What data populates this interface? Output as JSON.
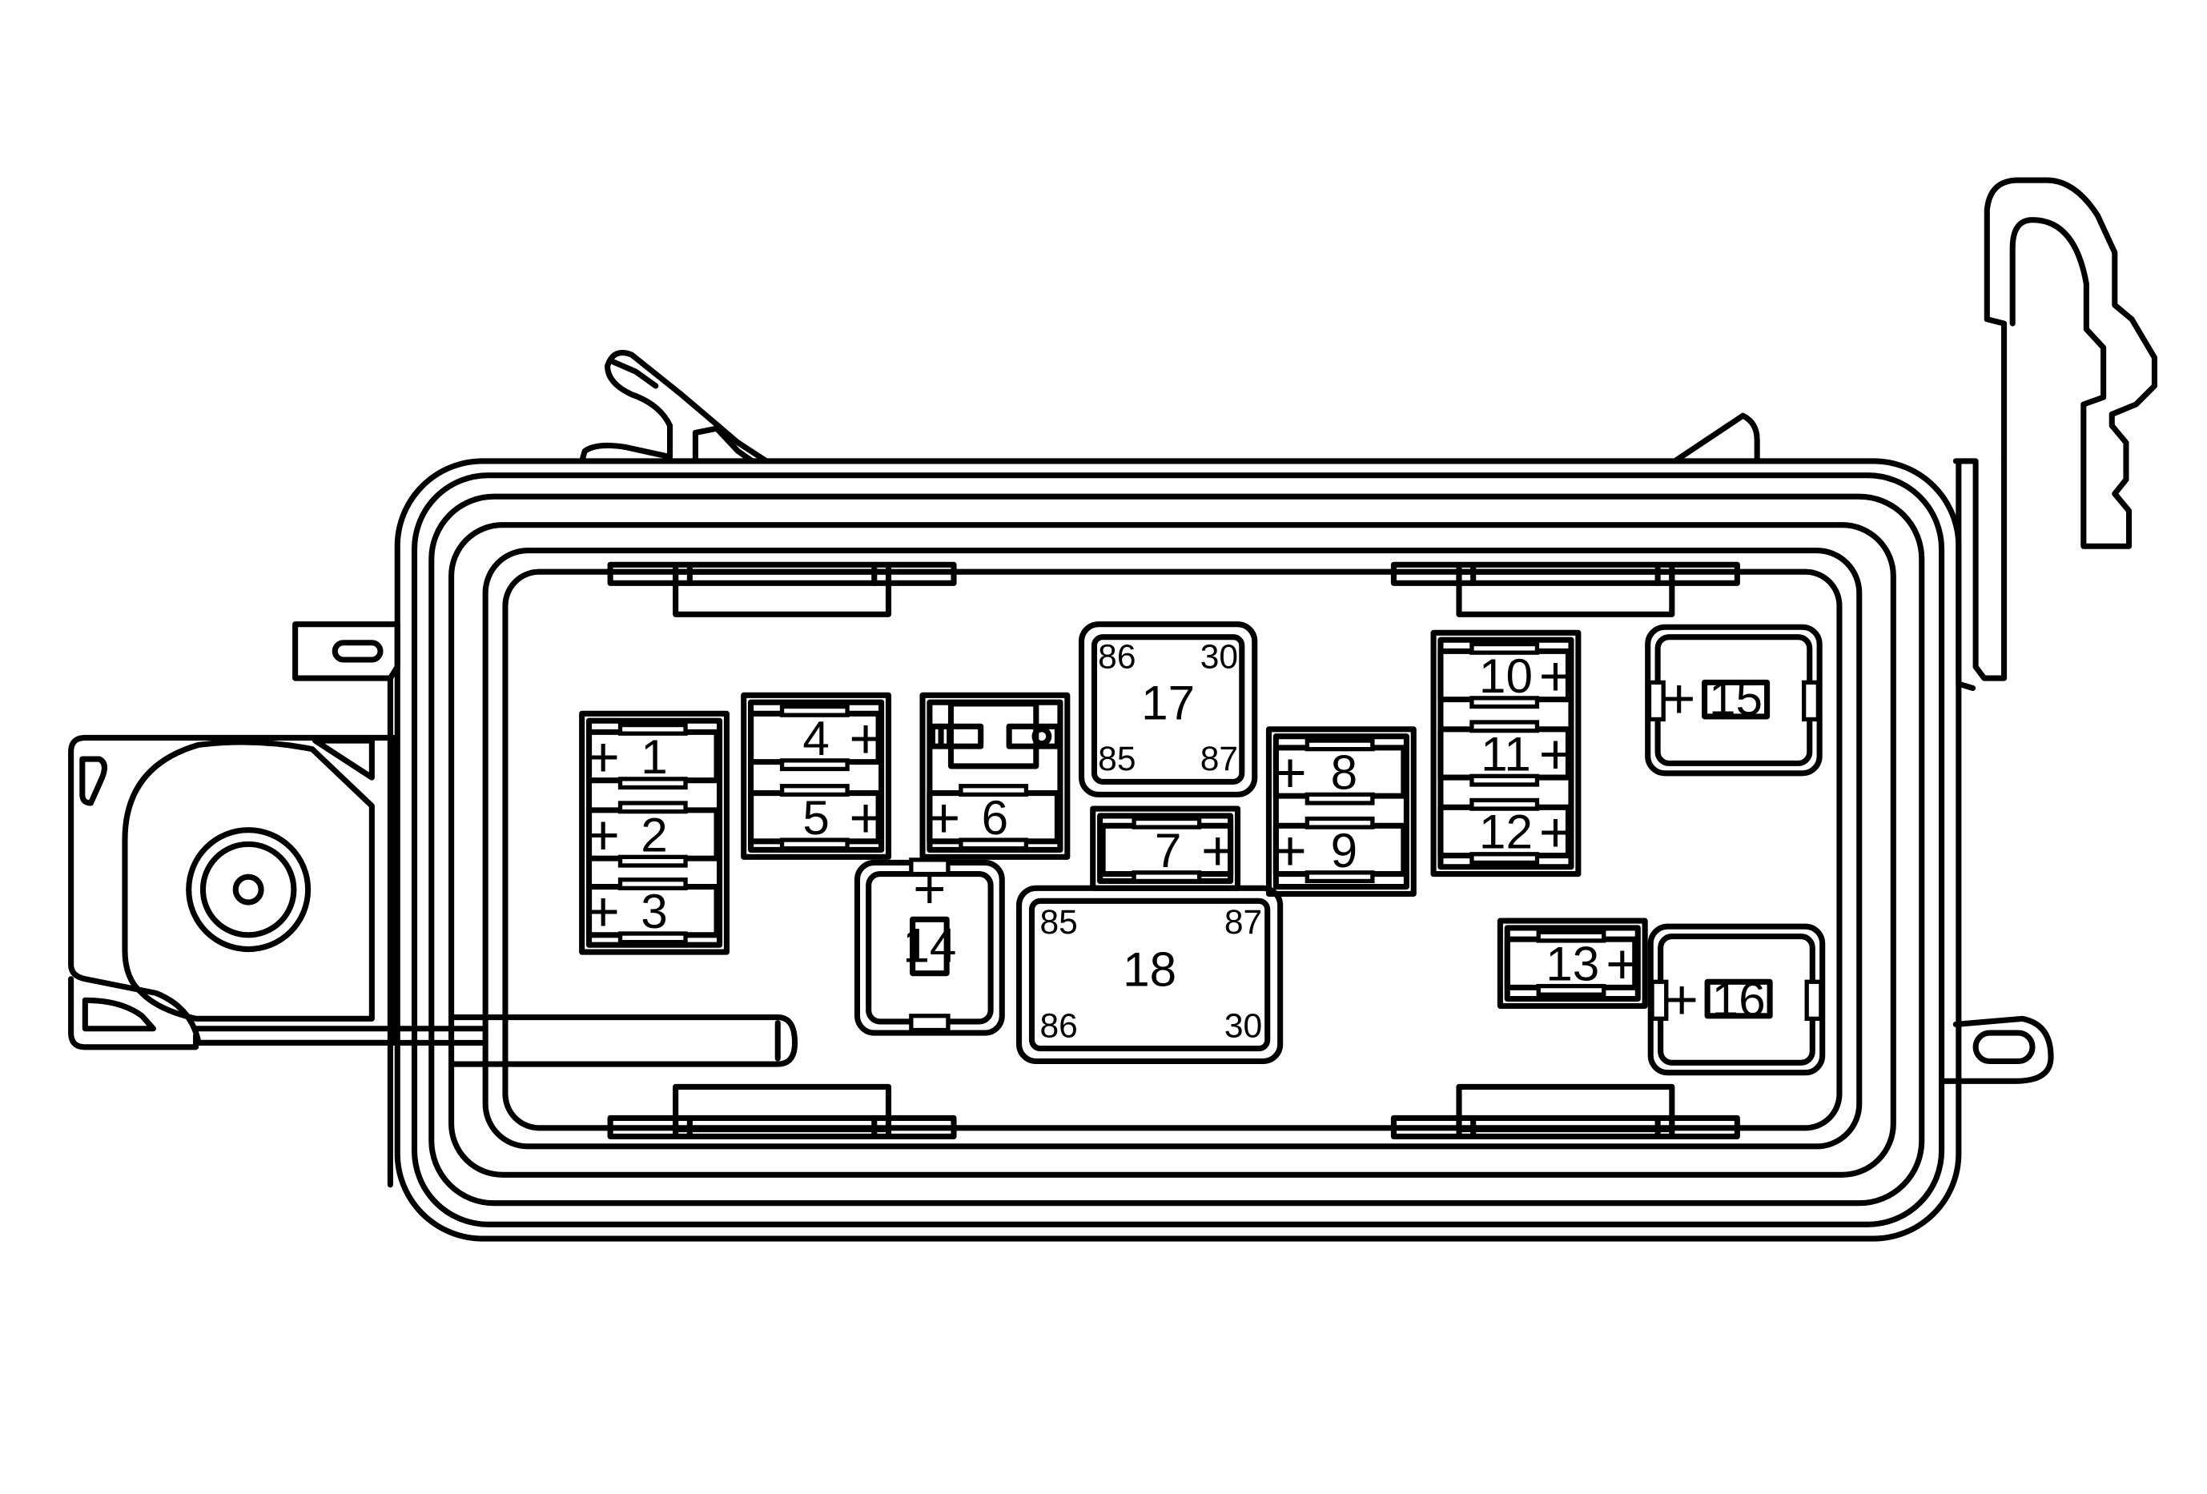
{
  "fuses": [
    {
      "id": "fuse-1",
      "label": "1",
      "plus": "+"
    },
    {
      "id": "fuse-2",
      "label": "2",
      "plus": "+"
    },
    {
      "id": "fuse-3",
      "label": "3",
      "plus": "+"
    },
    {
      "id": "fuse-4",
      "label": "4",
      "plus": "+"
    },
    {
      "id": "fuse-5",
      "label": "5",
      "plus": "+"
    },
    {
      "id": "fuse-6",
      "label": "6",
      "plus": "+"
    },
    {
      "id": "fuse-7",
      "label": "7",
      "plus": "+"
    },
    {
      "id": "fuse-8",
      "label": "8",
      "plus": "+"
    },
    {
      "id": "fuse-9",
      "label": "9",
      "plus": "+"
    },
    {
      "id": "fuse-10",
      "label": "10",
      "plus": "+"
    },
    {
      "id": "fuse-11",
      "label": "11",
      "plus": "+"
    },
    {
      "id": "fuse-12",
      "label": "12",
      "plus": "+"
    },
    {
      "id": "fuse-13",
      "label": "13",
      "plus": "+"
    }
  ],
  "maxi_fuses": [
    {
      "id": "fuse-14",
      "label": "14",
      "plus": "+"
    },
    {
      "id": "fuse-15",
      "label": "15",
      "plus": "+"
    },
    {
      "id": "fuse-16",
      "label": "16",
      "plus": "+"
    }
  ],
  "relays": [
    {
      "id": "relay-17",
      "label": "17",
      "pins": {
        "top_left": "86",
        "top_right": "30",
        "bottom_left": "85",
        "bottom_right": "87"
      }
    },
    {
      "id": "relay-18",
      "label": "18",
      "pins": {
        "top_left": "85",
        "top_right": "87",
        "bottom_left": "86",
        "bottom_right": "30"
      }
    }
  ]
}
